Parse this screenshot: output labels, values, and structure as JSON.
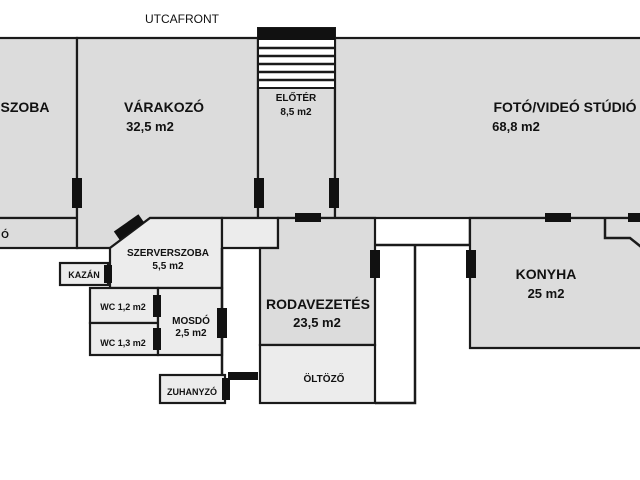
{
  "street_label": "UTCAFRONT",
  "rooms": {
    "left_room": {
      "name": "SZOBA"
    },
    "left_small": {
      "name": "Ó"
    },
    "waiting": {
      "name": "VÁRAKOZÓ",
      "area": "32,5 m2"
    },
    "hall": {
      "name": "ELŐTÉR",
      "area": "8,5 m2"
    },
    "studio": {
      "name": "FOTÓ/VIDEÓ STÚDIÓ",
      "area": "68,8 m2"
    },
    "server": {
      "name": "SZERVERSZOBA",
      "area": "5,5 m2"
    },
    "boiler": {
      "name": "KAZÁN"
    },
    "wc1": {
      "name": "WC 1,2 m2"
    },
    "wc2": {
      "name": "WC 1,3 m2"
    },
    "washroom": {
      "name": "MOSDÓ",
      "area": "2,5 m2"
    },
    "management": {
      "name": "RODAVEZETÉS",
      "area": "23,5 m2"
    },
    "changing": {
      "name": "ÖLTÖZŐ"
    },
    "shower": {
      "name": "ZUHANYZÓ"
    },
    "kitchen": {
      "name": "KONYHA",
      "area": "25 m2"
    }
  }
}
